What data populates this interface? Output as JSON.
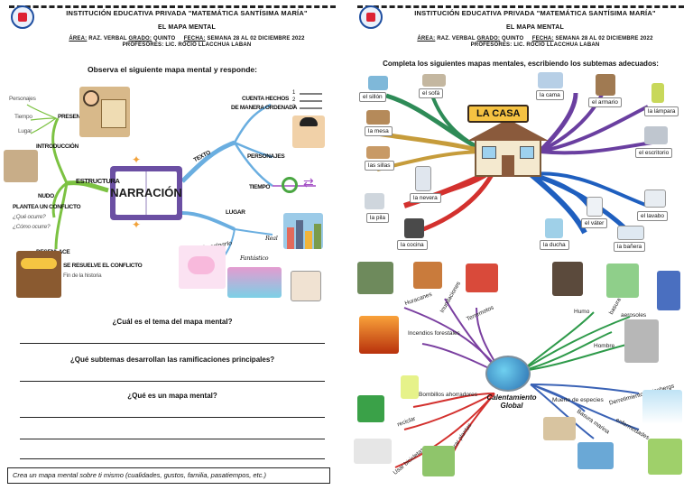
{
  "left": {
    "school": "INSTITUCIÓN EDUCATIVA PRIVADA \"MATEMÁTICA SANTÍSIMA MARÍA\"",
    "title": "EL MAPA MENTAL",
    "meta_area_label": "ÁREA:",
    "meta_area": "RAZ. VERBAL",
    "meta_grade_label": "GRADO:",
    "meta_grade": "QUINTO",
    "meta_date_label": "FECHA:",
    "meta_date": "SEMANA 28 AL 02 DICIEMBRE 2022",
    "teacher": "PROFESORES: LIC. ROCIO LLACCHUA LABAN",
    "instruction": "Observa el siguiente mapa mental y responde:",
    "map": {
      "center": "NARRACIÓN",
      "estructura": "ESTRUCTURA",
      "texto": "TEXTO",
      "lugar": "LUGAR",
      "presenta": "PRESENTA",
      "personajes_small": "Personajes",
      "tiempo_small": "Tiempo",
      "lugar_small": "Lugar",
      "introduccion": "INTRODUCCIÓN",
      "nudo": "NUDO",
      "plantea": "PLANTEA UN CONFLICTO",
      "que_ocurre": "¿Qué ocurre?",
      "como_ocurre": "¿Cómo ocurre?",
      "desenlace": "DESENLACE",
      "resuelve": "SE RESUELVE EL CONFLICTO",
      "fin": "Fin de la historia",
      "cuenta": "CUENTA HECHOS",
      "manera": "DE MANERA ORDENADA",
      "personajes": "PERSONAJES",
      "tiempo": "TIEMPO",
      "real": "Real",
      "imaginario": "Imaginario",
      "fantastico": "Fantástico",
      "list_nums": [
        "1",
        "2",
        "3"
      ]
    },
    "q1": "¿Cuál es el tema del mapa mental?",
    "q2": "¿Qué subtemas desarrollan las ramificaciones principales?",
    "q3": "¿Qué es un mapa mental?",
    "task": "Crea un mapa mental sobre ti mismo (cualidades, gustos, familia, pasatiempos, etc.)"
  },
  "right": {
    "school": "INSTITUCIÓN EDUCATIVA PRIVADA \"MATEMÁTICA SANTÍSIMA MARÍA\"",
    "title": "EL MAPA MENTAL",
    "meta_area_label": "ÁREA:",
    "meta_area": "RAZ. VERBAL",
    "meta_grade_label": "GRADO:",
    "meta_grade": "QUINTO",
    "meta_date_label": "FECHA:",
    "meta_date": "SEMANA 28 AL 02 DICIEMBRE 2022",
    "teacher": "PROFESORES: LIC. ROCIO LLACCHUA LABAN",
    "instruction": "Completa los siguientes mapas mentales, escribiendo los subtemas adecuados:",
    "casa": {
      "center": "LA CASA",
      "items": [
        "el sillón",
        "el sofá",
        "la mesa",
        "las sillas",
        "la nevera",
        "la pila",
        "la cocina",
        "la cama",
        "el armario",
        "la lámpara",
        "el escritorio",
        "el váter",
        "el lavabo",
        "la ducha",
        "la bañera"
      ]
    },
    "clima": {
      "center1": "Calentamiento",
      "center2": "Global",
      "items": [
        "Huracanes",
        "Inundaciones",
        "Terremotos",
        "Incendios forestales",
        "Humo",
        "basura",
        "aerosoles",
        "Hombre",
        "Muerte de especies",
        "Derretimiento de icebergs",
        "Basura marina",
        "enfermedades",
        "Bombillos ahorradores",
        "reciclar",
        "Sembrar plantas",
        "Usar bicicletas"
      ]
    }
  }
}
